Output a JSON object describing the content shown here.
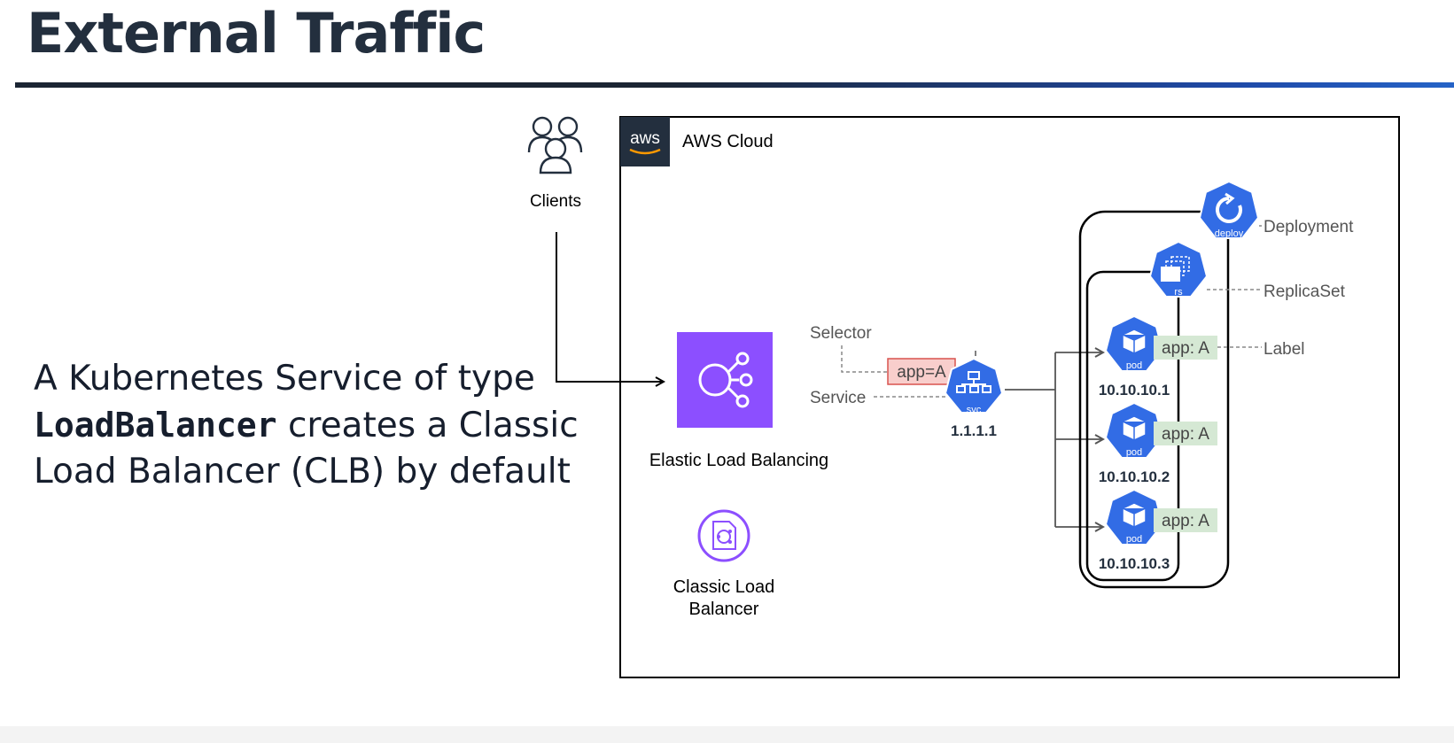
{
  "slide": {
    "title": "External Traffic",
    "body": {
      "part1": "A Kubernetes Service of type ",
      "code": "LoadBalancer",
      "part2": " creates a Classic Load Balancer (CLB) by default"
    }
  },
  "diagram": {
    "clients_label": "Clients",
    "cloud_badge": "aws",
    "cloud_label": "AWS Cloud",
    "elb_label": "Elastic Load Balancing",
    "clb_label_line1": "Classic Load",
    "clb_label_line2": "Balancer",
    "selector_label": "Selector",
    "selector_value": "app=A",
    "service_label": "Service",
    "svc_icon_text": "svc",
    "svc_ip": "1.1.1.1",
    "deploy_icon_text": "deploy",
    "deployment_label": "Deployment",
    "rs_icon_text": "rs",
    "replicaset_label": "ReplicaSet",
    "label_label": "Label",
    "pods": [
      {
        "icon_text": "pod",
        "tag": "app: A",
        "ip": "10.10.10.1"
      },
      {
        "icon_text": "pod",
        "tag": "app: A",
        "ip": "10.10.10.2"
      },
      {
        "icon_text": "pod",
        "tag": "app: A",
        "ip": "10.10.10.3"
      }
    ],
    "colors": {
      "k8s_blue": "#326ce5",
      "elb_purple": "#8c4fff",
      "selector_bg": "#f8cecc",
      "selector_border": "#d9534f",
      "label_bg": "#d5e8d4",
      "aws_badge": "#232f3e"
    }
  }
}
